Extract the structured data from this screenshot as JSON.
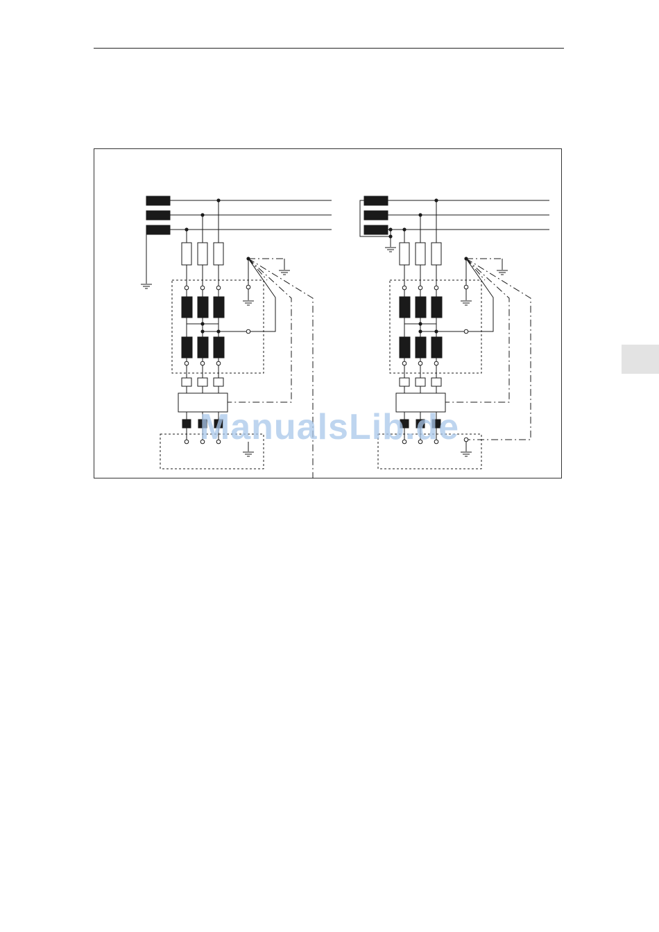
{
  "watermark": {
    "text": "ManualsLib.de",
    "color": "#a9c7ea"
  },
  "colors": {
    "line": "#1a1a1a",
    "component_fill": "#1a1a1a",
    "tab_fill": "#e3e3e3"
  },
  "diagrams": [
    {
      "id": "left",
      "supply_earthing": "direct-earth",
      "load_earth": "local"
    },
    {
      "id": "right",
      "supply_earthing": "bridged-earth",
      "load_earth": "remote-linked"
    }
  ]
}
